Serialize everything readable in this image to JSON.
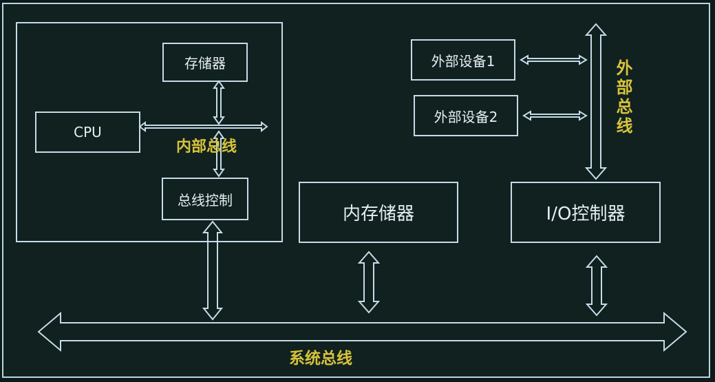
{
  "diagram": {
    "cpu_group": {
      "storage_label": "存储器",
      "cpu_label": "CPU",
      "bus_control_label": "总线控制",
      "internal_bus_label": "内部总线"
    },
    "main_memory_label": "内存储器",
    "io_controller_label": "I/O控制器",
    "external_device_1_label": "外部设备1",
    "external_device_2_label": "外部设备2",
    "external_bus_label": "外部总线",
    "system_bus_label": "系统总线",
    "colors": {
      "background": "#102120",
      "line": "#c7dce8",
      "accent_text": "#d8c33a"
    }
  }
}
